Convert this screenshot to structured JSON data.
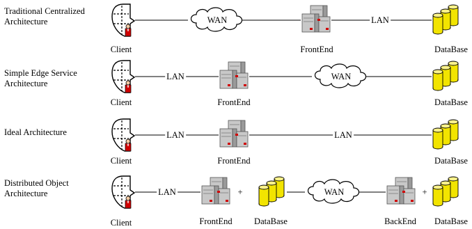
{
  "rows": [
    {
      "title": "Traditional Centralized\nArchitecture",
      "client": "Client",
      "link1": "WAN",
      "frontend": "FrontEnd",
      "link2": "LAN",
      "database": "DataBase"
    },
    {
      "title": "Simple Edge Service\nArchitecture",
      "client": "Client",
      "link1": "LAN",
      "frontend": "FrontEnd",
      "link2": "WAN",
      "database": "DataBase"
    },
    {
      "title": "Ideal Architecture",
      "client": "Client",
      "link1": "LAN",
      "frontend": "FrontEnd",
      "link2": "LAN",
      "database": "DataBase"
    },
    {
      "title": "Distributed Object\nArchitecture",
      "client": "Client",
      "link1": "LAN",
      "frontend": "FrontEnd",
      "plus1": "+",
      "database1": "DataBase",
      "link2": "WAN",
      "backend": "BackEnd",
      "plus2": "+",
      "database2": "DataBase"
    }
  ],
  "colors": {
    "cylinder": "#f2e400",
    "server": "#c8c8c8",
    "accent": "#d00000"
  },
  "icons": [
    "client-workstation-icon",
    "server-stack-icon",
    "database-cylinders-icon",
    "cloud-icon"
  ]
}
